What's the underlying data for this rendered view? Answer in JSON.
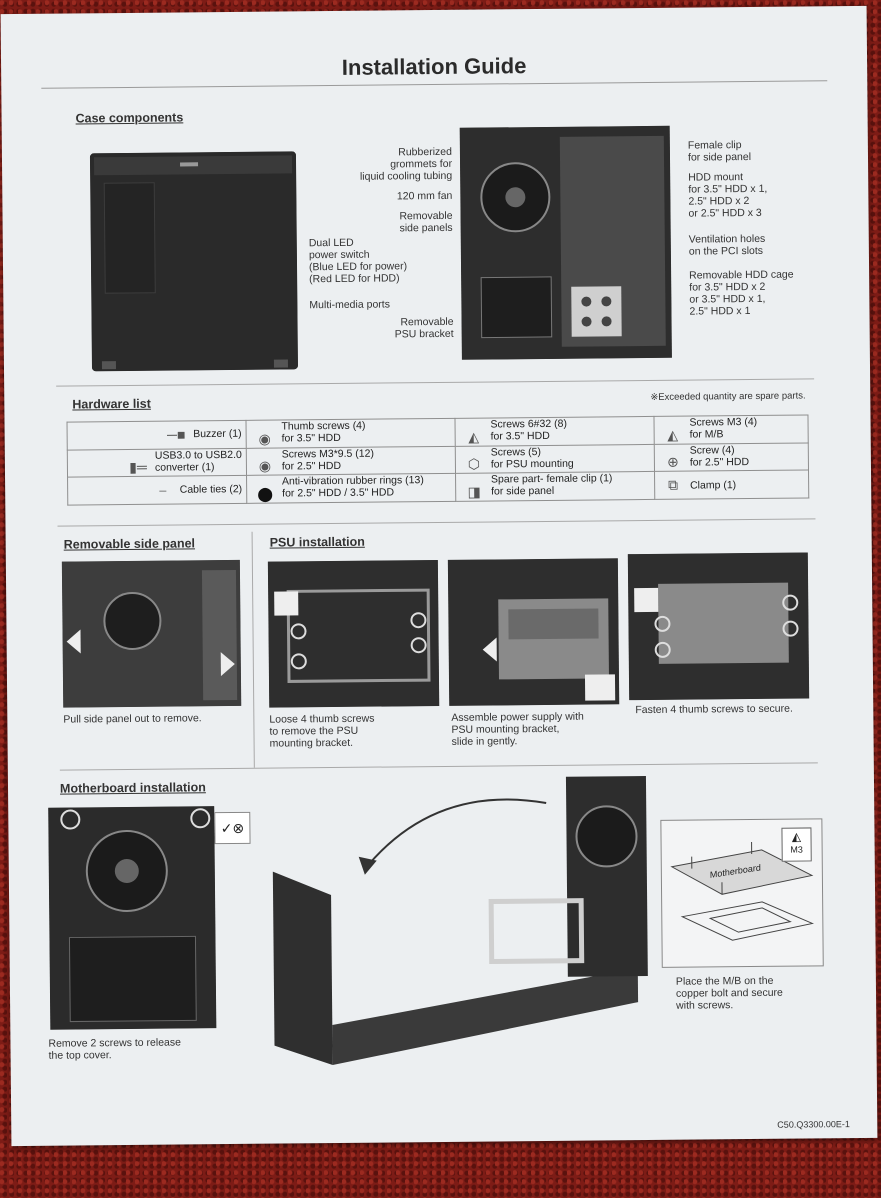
{
  "title": "Installation Guide",
  "case_components": {
    "heading": "Case components",
    "left_labels": [
      "Rubberized\ngrommets for\nliquid cooling tubing",
      "120 mm fan",
      "Removable\nside panels",
      "Dual LED\npower switch\n(Blue LED for power)\n(Red LED for HDD)",
      "Multi-media ports",
      "Removable\nPSU bracket"
    ],
    "right_labels": [
      "Female clip\nfor side panel",
      "HDD mount\nfor 3.5\" HDD x 1,\n2.5\" HDD x 2\nor 2.5\" HDD x 3",
      "Ventilation holes\non the PCI slots",
      "Removable HDD cage\nfor 3.5\" HDD x 2\nor 3.5\" HDD x 1,\n2.5\" HDD x 1"
    ]
  },
  "hardware": {
    "heading": "Hardware list",
    "note": "※Exceeded quantity are spare parts.",
    "rows": [
      [
        "Buzzer (1)",
        "Thumb screws (4)\nfor 3.5\" HDD",
        "Screws 6#32 (8)\nfor 3.5\" HDD",
        "Screws M3 (4)\nfor M/B"
      ],
      [
        "USB3.0 to USB2.0\nconverter (1)",
        "Screws M3*9.5 (12)\nfor 2.5\" HDD",
        "Screws (5)\nfor PSU mounting",
        "Screw (4)\nfor 2.5\" HDD"
      ],
      [
        "Cable ties (2)",
        "Anti-vibration rubber rings (13)\nfor 2.5\" HDD / 3.5\" HDD",
        "Spare part- female clip (1)\nfor side panel",
        "Clamp (1)"
      ]
    ]
  },
  "side_panel": {
    "heading": "Removable side panel",
    "caption": "Pull side panel out to remove."
  },
  "psu": {
    "heading": "PSU installation",
    "captions": [
      "Loose 4 thumb screws\nto remove the PSU\nmounting bracket.",
      "Assemble power supply with\nPSU mounting bracket,\nslide in gently.",
      "Fasten 4 thumb screws to secure."
    ]
  },
  "motherboard": {
    "heading": "Motherboard installation",
    "caption_left": "Remove 2 screws to release\nthe top cover.",
    "board_label": "Motherboard",
    "screw_tag": "M3",
    "caption_right": "Place the M/B on the\ncopper bolt and secure\nwith screws."
  },
  "footer_code": "C50.Q3300.00E-1"
}
